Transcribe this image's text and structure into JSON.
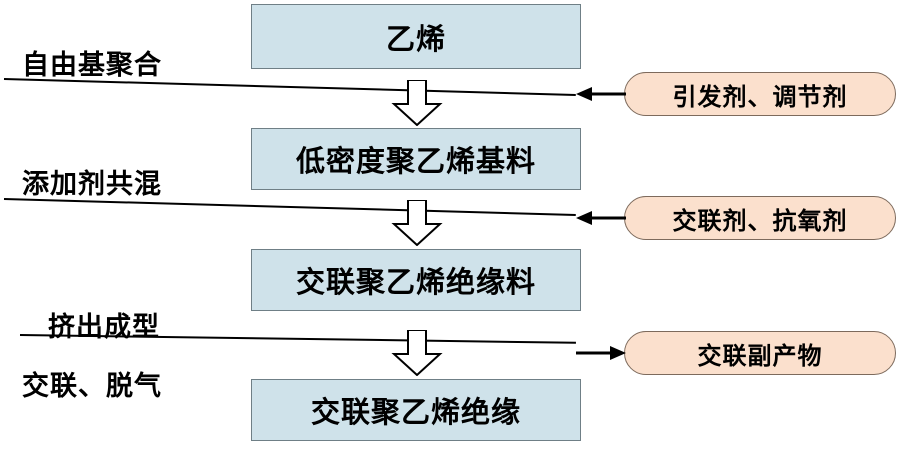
{
  "diagram": {
    "title": "XLPE insulation production flow",
    "colors": {
      "box_fill": "#cfe2ea",
      "box_stroke": "#6f7f86",
      "pill_fill": "#fbe0cd",
      "pill_stroke": "#7d6a5c",
      "line": "#000000",
      "background": "#ffffff"
    },
    "boxes": [
      {
        "id": "box1",
        "label": "乙烯"
      },
      {
        "id": "box2",
        "label": "低密度聚乙烯基料"
      },
      {
        "id": "box3",
        "label": "交联聚乙烯绝缘料"
      },
      {
        "id": "box4",
        "label": "交联聚乙烯绝缘"
      }
    ],
    "pills": [
      {
        "id": "pill1",
        "label": "引发剂、调节剂"
      },
      {
        "id": "pill2",
        "label": "交联剂、抗氧剂"
      },
      {
        "id": "pill3",
        "label": "交联副产物"
      }
    ],
    "stage_labels": [
      {
        "id": "stage1",
        "label": "自由基聚合"
      },
      {
        "id": "stage2",
        "label": "添加剂共混"
      },
      {
        "id": "stage3a",
        "label": "挤出成型"
      },
      {
        "id": "stage3b",
        "label": "交联、脱气"
      }
    ]
  }
}
